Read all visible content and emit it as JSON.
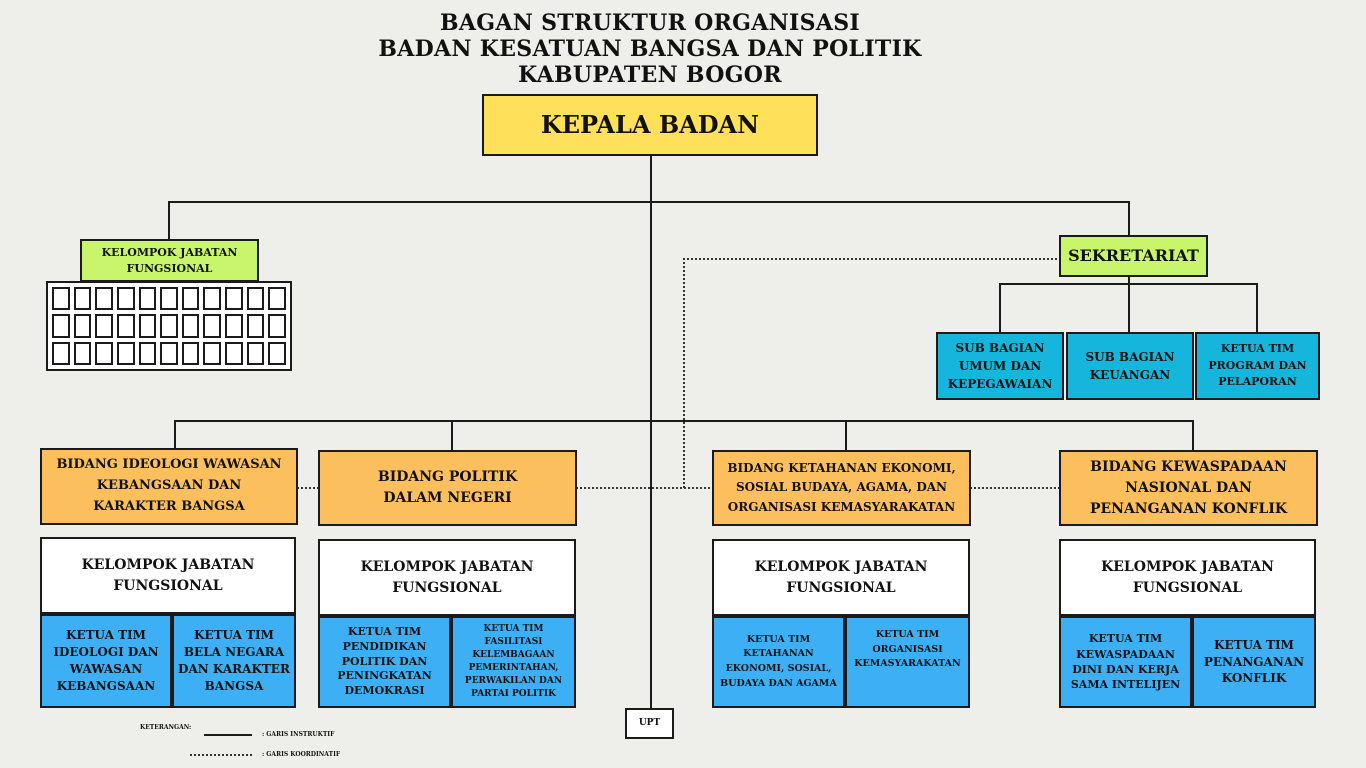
{
  "title": {
    "line1": "BAGAN STRUKTUR ORGANISASI",
    "line2": "BADAN KESATUAN BANGSA DAN POLITIK",
    "line3": "KABUPATEN BOGOR"
  },
  "head": "KEPALA BADAN",
  "fungsional_top": {
    "line1": "KELOMPOK JABATAN",
    "line2": "FUNGSIONAL"
  },
  "sekretariat": {
    "label": "SEKRETARIAT",
    "subs": [
      {
        "line1": "SUB BAGIAN",
        "line2": "UMUM DAN",
        "line3": "KEPEGAWAIAN"
      },
      {
        "line1": "SUB BAGIAN",
        "line2": "KEUANGAN"
      },
      {
        "line1": "KETUA TIM",
        "line2": "PROGRAM DAN",
        "line3": "PELAPORAN"
      }
    ]
  },
  "bidang": [
    {
      "name": {
        "line1": "BIDANG IDEOLOGI WAWASAN",
        "line2": "KEBANGSAAN DAN",
        "line3": "KARAKTER BANGSA"
      },
      "fungsional": {
        "line1": "KELOMPOK JABATAN",
        "line2": "FUNGSIONAL"
      },
      "tims": [
        {
          "line1": "KETUA TIM",
          "line2": "IDEOLOGI DAN",
          "line3": "WAWASAN",
          "line4": "KEBANGSAAN"
        },
        {
          "line1": "KETUA TIM",
          "line2": "BELA NEGARA",
          "line3": "DAN KARAKTER",
          "line4": "BANGSA"
        }
      ]
    },
    {
      "name": {
        "line1": "BIDANG POLITIK",
        "line2": "DALAM NEGERI"
      },
      "fungsional": {
        "line1": "KELOMPOK JABATAN",
        "line2": "FUNGSIONAL"
      },
      "tims": [
        {
          "line1": "KETUA TIM",
          "line2": "PENDIDIKAN",
          "line3": "POLITIK DAN",
          "line4": "PENINGKATAN",
          "line5": "DEMOKRASI"
        },
        {
          "line1": "KETUA TIM",
          "line2": "FASILITASI",
          "line3": "KELEMBAGAAN",
          "line4": "PEMERINTAHAN,",
          "line5": "PERWAKILAN DAN",
          "line6": "PARTAI POLITIK"
        }
      ]
    },
    {
      "name": {
        "line1": "BIDANG KETAHANAN EKONOMI,",
        "line2": "SOSIAL BUDAYA, AGAMA, DAN",
        "line3": "ORGANISASI KEMASYARAKATAN"
      },
      "fungsional": {
        "line1": "KELOMPOK JABATAN",
        "line2": "FUNGSIONAL"
      },
      "tims": [
        {
          "line1": "KETUA TIM",
          "line2": "KETAHANAN",
          "line3": "EKONOMI, SOSIAL,",
          "line4": "BUDAYA DAN AGAMA"
        },
        {
          "line1": "KETUA TIM",
          "line2": "ORGANISASI",
          "line3": "KEMASYARAKATAN"
        }
      ]
    },
    {
      "name": {
        "line1": "BIDANG KEWASPADAAN",
        "line2": "NASIONAL DAN",
        "line3": "PENANGANAN KONFLIK"
      },
      "fungsional": {
        "line1": "KELOMPOK JABATAN",
        "line2": "FUNGSIONAL"
      },
      "tims": [
        {
          "line1": "KETUA TIM",
          "line2": "KEWASPADAAN",
          "line3": "DINI DAN KERJA",
          "line4": "SAMA INTELIJEN"
        },
        {
          "line1": "KETUA TIM",
          "line2": "PENANGANAN",
          "line3": "KONFLIK"
        }
      ]
    }
  ],
  "upt": "UPT",
  "legend": {
    "heading": "KETERANGAN:",
    "instruktif": ": GARIS INSTRUKTIF",
    "koordinatif": ": GARIS KOORDINATIF"
  },
  "colors": {
    "head": "#ffe05a",
    "fungsional_top": "#c8f56b",
    "sekretariat": "#c8f56b",
    "bidang": "#fbbf5e",
    "sub_sekretariat": "#16b6dc",
    "tim": "#3db0f5"
  }
}
